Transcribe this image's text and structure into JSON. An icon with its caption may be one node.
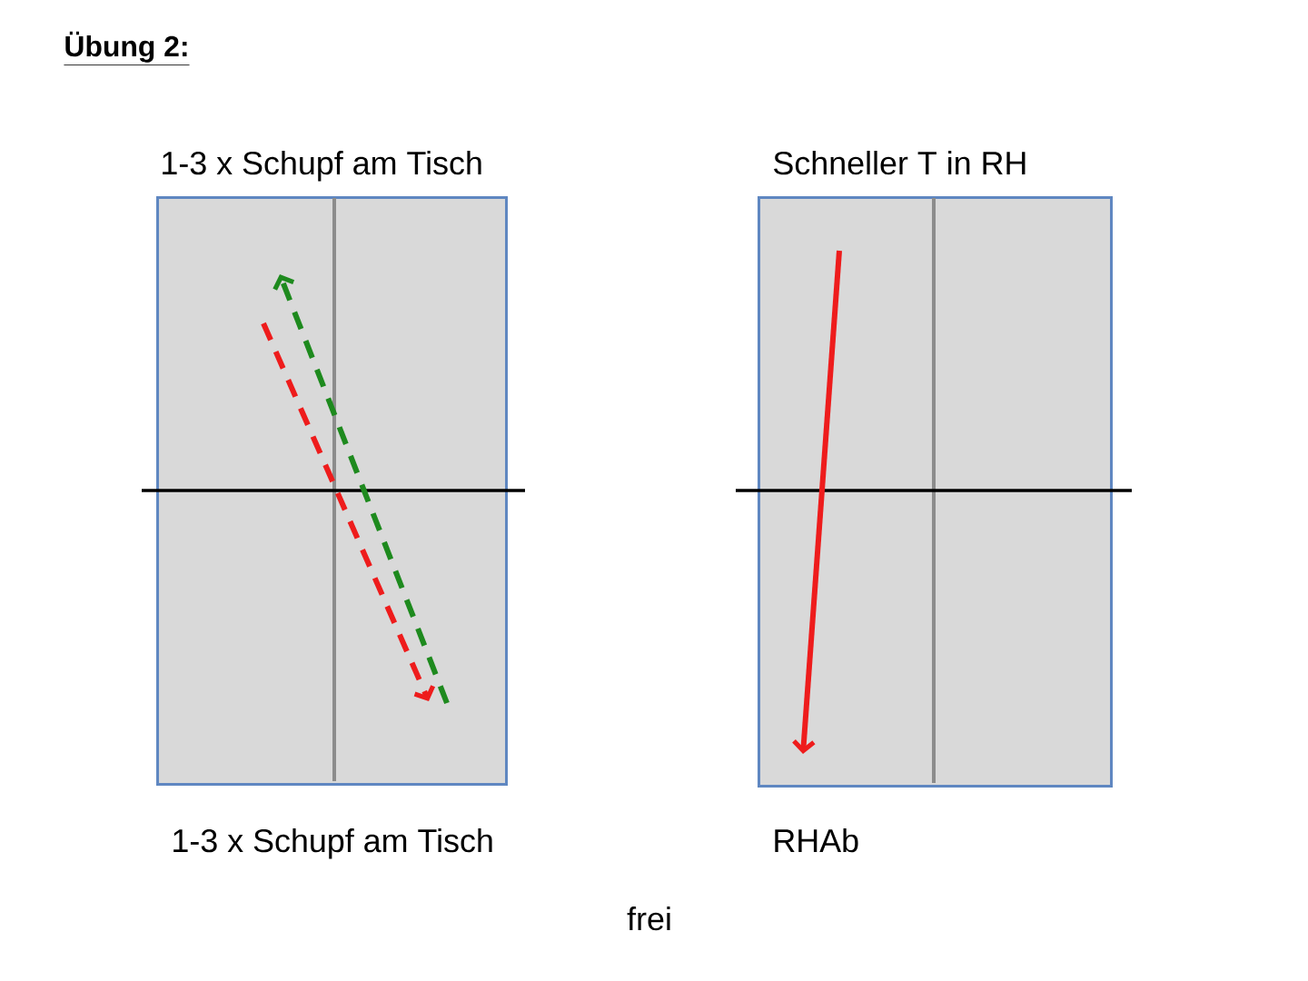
{
  "diagram": {
    "title": "Übung 2:",
    "nodes": [
      {
        "text": [
          "1-3 x Schupf am Tisch"
        ],
        "beside": [
          "1-3 x Schupf am Tisch"
        ]
      },
      {
        "text": [
          "Schneller T in RH"
        ],
        "beside": [
          "RHAb"
        ]
      }
    ],
    "labels": [
      "frei"
    ]
  }
}
